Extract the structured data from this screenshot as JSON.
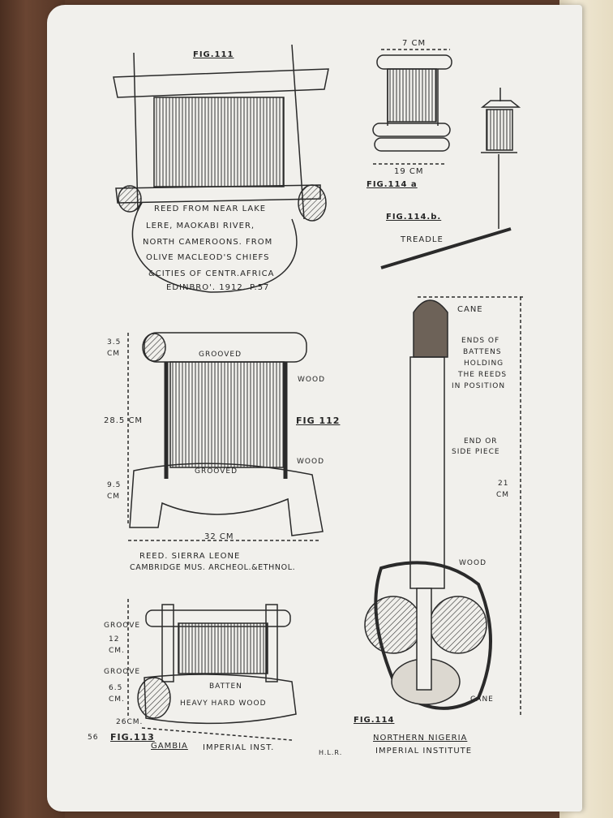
{
  "page_number": "56",
  "initials": "H.L.R.",
  "fig111": {
    "title": "FIG.111",
    "caption_lines": [
      "REED FROM NEAR LAKE",
      "LERE, MAOKABI RIVER,",
      "NORTH CAMEROONS. FROM",
      "OLIVE MACLEOD'S CHIEFS",
      "&CITIES OF CENTR.AFRICA",
      "EDINBRO'. 1912. P.57"
    ]
  },
  "fig114a": {
    "title": "FIG.114 a",
    "top_dim": "7 CM",
    "bottom_dim": "19 CM"
  },
  "fig114b": {
    "title": "FIG.114.b.",
    "treadle": "TREADLE"
  },
  "fig112": {
    "title": "FIG 112",
    "dim_top": "3.5 CM",
    "dim_mid": "28.5 CM",
    "dim_bottom": "9.5 CM",
    "width_dim": "32 CM",
    "grooved_top": "GROOVED",
    "grooved_bottom": "GROOVED",
    "wood_top": "WOOD",
    "wood_bottom": "WOOD",
    "caption1": "REED. SIERRA LEONE",
    "caption2": "CAMBRIDGE MUS. ARCHEOL.&ETHNOL."
  },
  "fig113": {
    "title": "FIG.113",
    "groove1": "GROOVE",
    "dim1": "12 CM.",
    "groove2": "GROOVE",
    "dim2": "6.5 CM.",
    "width_dim": "26CM.",
    "batten": "BATTEN",
    "material": "HEAVY HARD WOOD",
    "place": "GAMBIA",
    "source": "IMPERIAL INST."
  },
  "fig114": {
    "title": "FIG.114",
    "cane_top": "CANE",
    "ends_note": [
      "ENDS OF",
      "BATTENS",
      "HOLDING",
      "THE REEDS",
      "IN POSITION"
    ],
    "side_note": [
      "END OR",
      "SIDE PIECE"
    ],
    "height_dim": [
      "21",
      "CM"
    ],
    "wood": "WOOD",
    "cane_bottom": "CANE",
    "place": "NORTHERN NIGERIA",
    "source": "IMPERIAL INSTITUTE"
  }
}
